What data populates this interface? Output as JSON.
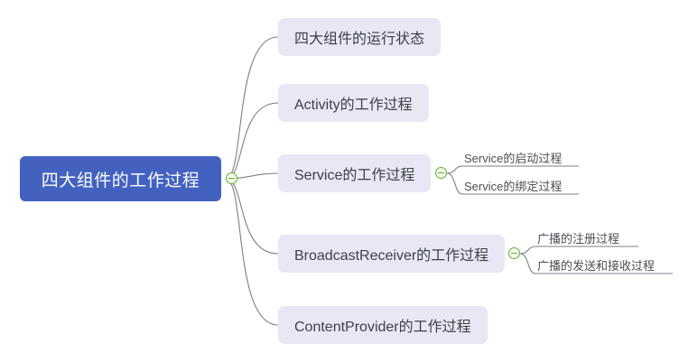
{
  "diagram": {
    "type": "mind-map",
    "background_color": "#ffffff",
    "root": {
      "label": "四大组件的工作过程",
      "fill_color": "#4362c0",
      "text_color": "#ffffff",
      "toggle": {
        "icon": "collapse-minus-icon",
        "state": "expanded",
        "color": "#5fae2e"
      }
    },
    "branches": [
      {
        "id": "runtime-state",
        "label": "四大组件的运行状态",
        "fill_color": "#e7e8f3",
        "text_color": "#3d4147",
        "children": []
      },
      {
        "id": "activity",
        "label": "Activity的工作过程",
        "fill_color": "#e7e8f3",
        "text_color": "#3d4147",
        "children": []
      },
      {
        "id": "service",
        "label": "Service的工作过程",
        "fill_color": "#e7e8f3",
        "text_color": "#3d4147",
        "toggle": {
          "icon": "collapse-minus-icon",
          "state": "expanded",
          "color": "#5fae2e"
        },
        "children": [
          {
            "id": "service-start",
            "label": "Service的启动过程",
            "text_color": "#4a4f56"
          },
          {
            "id": "service-bind",
            "label": "Service的绑定过程",
            "text_color": "#4a4f56"
          }
        ]
      },
      {
        "id": "broadcast-receiver",
        "label": "BroadcastReceiver的工作过程",
        "fill_color": "#e7e8f3",
        "text_color": "#3d4147",
        "toggle": {
          "icon": "collapse-minus-icon",
          "state": "expanded",
          "color": "#5fae2e"
        },
        "children": [
          {
            "id": "broadcast-register",
            "label": "广播的注册过程",
            "text_color": "#4a4f56"
          },
          {
            "id": "broadcast-send-receive",
            "label": "广播的发送和接收过程",
            "text_color": "#4a4f56"
          }
        ]
      },
      {
        "id": "content-provider",
        "label": "ContentProvider的工作过程",
        "fill_color": "#e7e8f3",
        "text_color": "#3d4147",
        "children": []
      }
    ],
    "connector_color": "#7a7f86"
  }
}
